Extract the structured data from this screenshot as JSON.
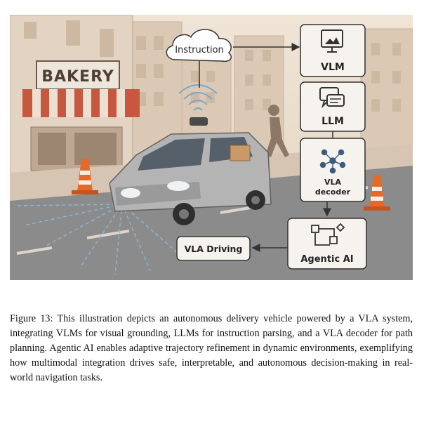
{
  "figure": {
    "shop_sign": "BAKERY",
    "cloud_label": "Instruction",
    "boxes": {
      "vlm": "VLM",
      "llm": "LLM",
      "vla_decoder_line1": "VLA",
      "vla_decoder_line2": "decoder",
      "agentic_ai": "Agentic AI",
      "vla_driving": "VLA Driving"
    }
  },
  "caption": {
    "label": "Figure 13:",
    "text": "This illustration depicts an autonomous delivery vehicle powered by a VLA system, integrating VLMs for visual grounding, LLMs for instruction parsing, and a VLA decoder for path planning. Agentic AI enables adaptive trajectory refinement in dynamic environments, exemplifying how multimodal integration drives safe, interpretable, and autonomous decision-making in real-world navigation tasks."
  }
}
